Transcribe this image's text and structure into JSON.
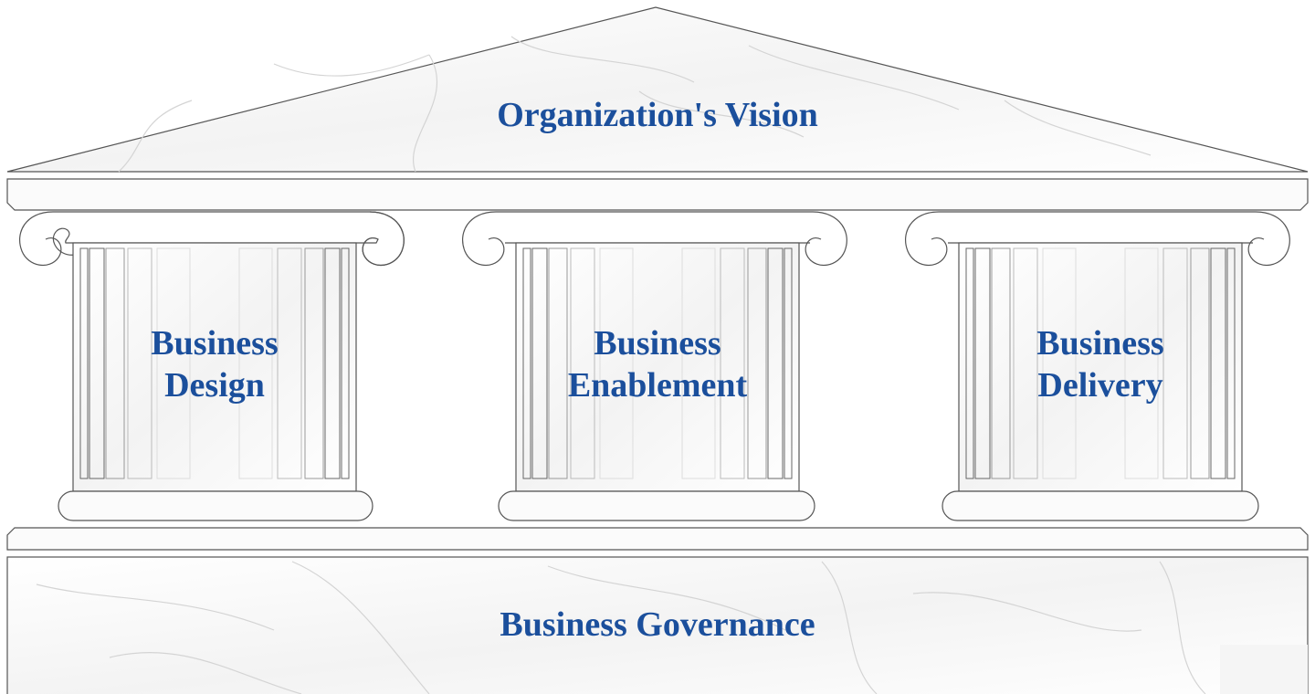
{
  "diagram": {
    "roof": {
      "label": "Organization's Vision"
    },
    "pillars": [
      {
        "line1": "Business",
        "line2": "Design"
      },
      {
        "line1": "Business",
        "line2": "Enablement"
      },
      {
        "line1": "Business",
        "line2": "Delivery"
      }
    ],
    "base": {
      "label": "Business Governance"
    }
  },
  "colors": {
    "text": "#1b4f9c",
    "outline": "#555555",
    "marble": "#f4f4f4",
    "vein": "#cfcfcf"
  }
}
